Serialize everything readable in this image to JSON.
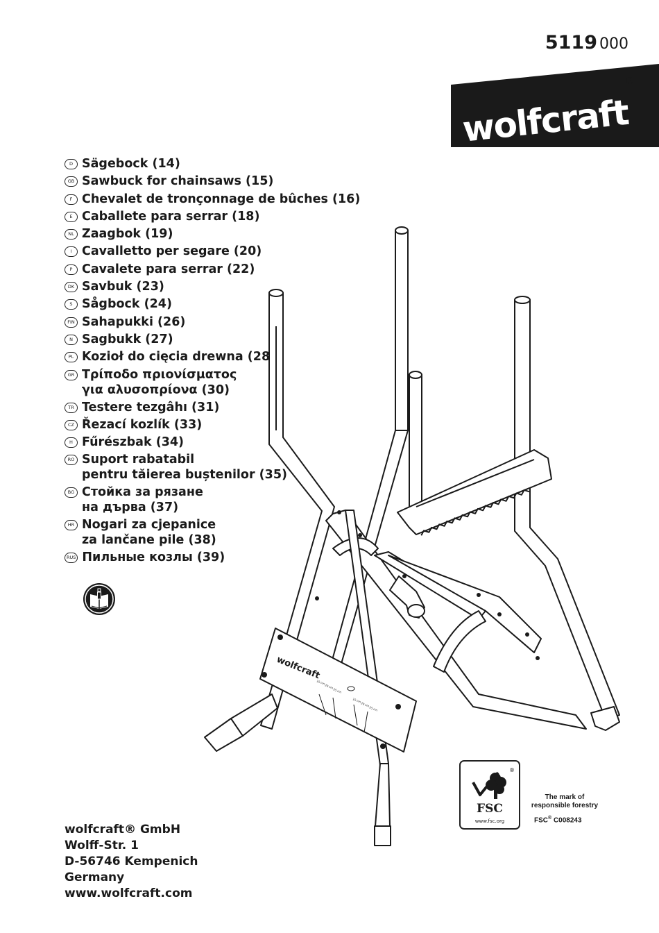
{
  "header": {
    "part_number": "5119",
    "part_suffix": "000",
    "brand": "wolfcraft",
    "brand_reg": "®"
  },
  "languages": [
    {
      "code": "D",
      "lines": [
        "Sägebock (14)"
      ]
    },
    {
      "code": "GB",
      "lines": [
        "Sawbuck for chainsaws (15)"
      ]
    },
    {
      "code": "F",
      "lines": [
        "Chevalet de tronçonnage de bûches (16)"
      ]
    },
    {
      "code": "E",
      "lines": [
        "Caballete para serrar (18)"
      ]
    },
    {
      "code": "NL",
      "lines": [
        "Zaagbok (19)"
      ]
    },
    {
      "code": "I",
      "lines": [
        "Cavalletto per segare (20)"
      ]
    },
    {
      "code": "P",
      "lines": [
        "Cavalete para serrar (22)"
      ]
    },
    {
      "code": "DK",
      "lines": [
        "Savbuk (23)"
      ]
    },
    {
      "code": "S",
      "lines": [
        "Sågbock (24)"
      ]
    },
    {
      "code": "FIN",
      "lines": [
        "Sahapukki (26)"
      ]
    },
    {
      "code": "N",
      "lines": [
        "Sagbukk (27)"
      ]
    },
    {
      "code": "PL",
      "lines": [
        "Kozioł do cięcia drewna (28)"
      ]
    },
    {
      "code": "GR",
      "lines": [
        "Τρίποδο πριονίσματος",
        "για αλυσοπρίονα (30)"
      ]
    },
    {
      "code": "TR",
      "lines": [
        "Testere tezgâhı (31)"
      ]
    },
    {
      "code": "CZ",
      "lines": [
        "Řezací kozlík (33)"
      ]
    },
    {
      "code": "H",
      "lines": [
        "Fűrészbak (34)"
      ]
    },
    {
      "code": "RO",
      "lines": [
        "Suport rabatabil",
        "pentru tăierea buștenilor (35)"
      ]
    },
    {
      "code": "BG",
      "lines": [
        "Стойка за рязане",
        "на дърва (37)"
      ]
    },
    {
      "code": "HR",
      "lines": [
        "Nogari za cjepanice",
        "za lančane pile (38)"
      ]
    },
    {
      "code": "RUS",
      "lines": [
        "Пильные козлы (39)"
      ]
    }
  ],
  "product_label": {
    "brand": "wolfcraft",
    "size_labels": [
      "15 cm",
      "20 cm",
      "25 cm",
      "15 cm",
      "20 cm",
      "25 cm"
    ]
  },
  "fsc": {
    "label": "FSC",
    "reg": "®",
    "url": "www.fsc.org",
    "mark_lines": [
      "The mark of",
      "responsible forestry"
    ],
    "code_prefix": "FSC",
    "code_reg": "®",
    "code": "C008243"
  },
  "address": {
    "company": "wolfcraft® GmbH",
    "street": "Wolff-Str. 1",
    "city": "D-56746 Kempenich",
    "country": "Germany",
    "website": "www.wolfcraft.com"
  }
}
